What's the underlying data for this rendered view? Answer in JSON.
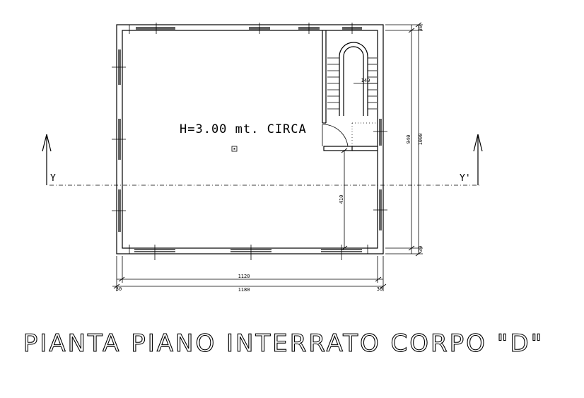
{
  "drawing": {
    "title": "PIANTA PIANO INTERRATO CORPO \"D\"",
    "height_note": "H=3.00 mt. CIRCA",
    "section_marks": {
      "left": "Y",
      "right": "Y'"
    },
    "dimensions": {
      "inner_width": "1120",
      "outer_width": "1180",
      "left_wall": "30",
      "right_wall": "30",
      "inner_height": "940",
      "outer_height": "1000",
      "top_wall": "30",
      "bottom_wall": "30",
      "stair_width": "140",
      "partition_offset": "410"
    }
  }
}
